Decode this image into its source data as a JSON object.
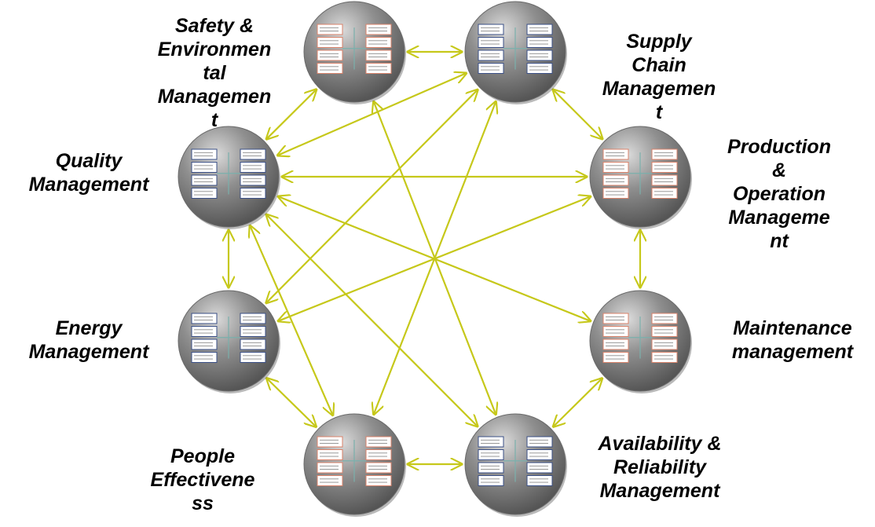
{
  "colors": {
    "arrow": "#c6c81a",
    "circle_light": "#dadada",
    "circle_mid": "#8f8f8f",
    "circle_dark": "#525252",
    "box_fill": "#ffffff",
    "box_border_red": "#d9826a",
    "box_border_blue": "#3a4f86",
    "connector": "#7ab0ac"
  },
  "nodes": [
    {
      "id": "safety",
      "label": "Safety &\nEnvironmen\ntal\nManagemen\nt",
      "style": "red"
    },
    {
      "id": "supply",
      "label": "Supply\nChain\nManagemen\nt",
      "style": "blue"
    },
    {
      "id": "production",
      "label": "Production\n&\nOperation\nManageme\nnt",
      "style": "red"
    },
    {
      "id": "maintenance",
      "label": "Maintenance\nmanagement",
      "style": "red"
    },
    {
      "id": "availability",
      "label": "Availability &\nReliability\nManagement",
      "style": "blue"
    },
    {
      "id": "people",
      "label": "People\nEffectivene\nss",
      "style": "red"
    },
    {
      "id": "energy",
      "label": "Energy\nManagement",
      "style": "blue"
    },
    {
      "id": "quality",
      "label": "Quality\nManagement",
      "style": "blue"
    }
  ],
  "connections": [
    [
      "safety",
      "supply"
    ],
    [
      "supply",
      "production"
    ],
    [
      "production",
      "maintenance"
    ],
    [
      "maintenance",
      "availability"
    ],
    [
      "availability",
      "people"
    ],
    [
      "people",
      "energy"
    ],
    [
      "energy",
      "quality"
    ],
    [
      "quality",
      "safety"
    ],
    [
      "quality",
      "supply"
    ],
    [
      "quality",
      "production"
    ],
    [
      "quality",
      "maintenance"
    ],
    [
      "quality",
      "availability"
    ],
    [
      "quality",
      "people"
    ],
    [
      "energy",
      "supply"
    ],
    [
      "energy",
      "production"
    ],
    [
      "safety",
      "availability"
    ],
    [
      "people",
      "supply"
    ]
  ]
}
